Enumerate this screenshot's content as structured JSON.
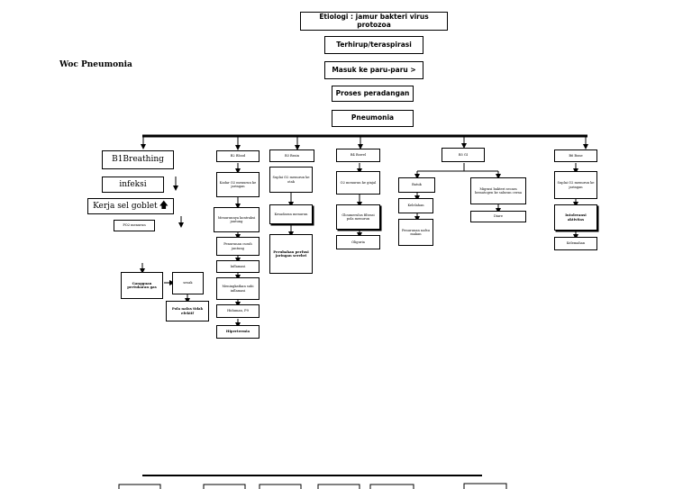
{
  "title": "Woc Pneumonia",
  "top_chain": [
    "Etiologi : jamur bakteri virus protozoa",
    "Terhirup/teraspirasi",
    "Masuk ke paru-paru >",
    "Proses peradangan",
    "Pneumonia"
  ],
  "b1": {
    "items": [
      "B1Breathing",
      "infeksi",
      "Kerja sel goblet"
    ],
    "goblet_arrow": "🡅",
    "pco2": "PO2 menurun",
    "gangguan": "Gangguan pertukaran gas",
    "sesak": "sesak",
    "pola": "Pola nafas tidak efektif"
  },
  "b2": {
    "items": [
      "B2 Blood",
      "Kadar O2 menurun ke jaringan",
      "Menurunnya kontraksi jantung",
      "Penurunan curah jantung",
      "Inflamasi",
      "Meningkatkan suhi inflamasi",
      "Hiduman, P9",
      "Hipertermia"
    ]
  },
  "b3": {
    "items": [
      "B3 Brain",
      "Suplai O2 menurun ke otak",
      "Kesadaran menurun",
      "Perubahan perfusi jaringan serebri"
    ]
  },
  "b4": {
    "items": [
      "B4 Bowel",
      "O2 menurun ke ginjal",
      "Gloumerulus filtrasi pola menurun",
      "Oliguria"
    ]
  },
  "b5": {
    "header": "B5 GI",
    "left": [
      "Batuk",
      "Kelelahan",
      "Penurunan nafsu makan"
    ],
    "right": [
      "Migrasi bakteri secara hematogen ke saluran cerna",
      "Diare"
    ]
  },
  "b6": {
    "items": [
      "B6 Bone",
      "Suplai O2 menurun ke jaringan",
      "Intoleransi aktivitas",
      "Kelemahan"
    ]
  }
}
